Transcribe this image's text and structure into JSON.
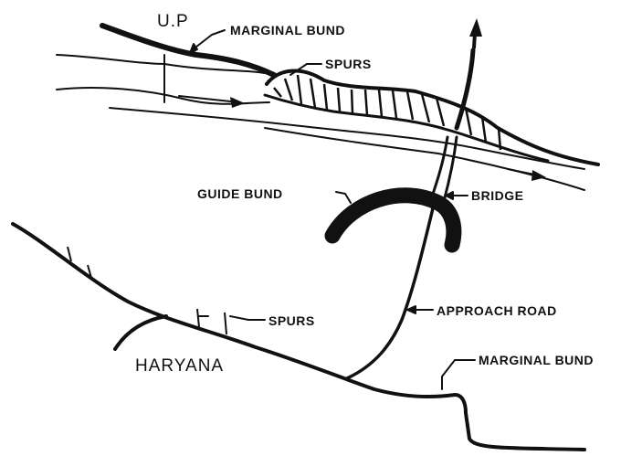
{
  "labels": {
    "up": "U.P",
    "marginal_bund_top": "MARGINAL BUND",
    "spurs_top": "SPURS",
    "guide_bund": "GUIDE BUND",
    "bridge": "BRIDGE",
    "approach_road": "APPROACH ROAD",
    "spurs_bottom": "SPURS",
    "haryana": "HARYANA",
    "marginal_bund_bottom": "MARGINAL BUND"
  },
  "colors": {
    "ink": "#111111",
    "background": "#ffffff"
  }
}
